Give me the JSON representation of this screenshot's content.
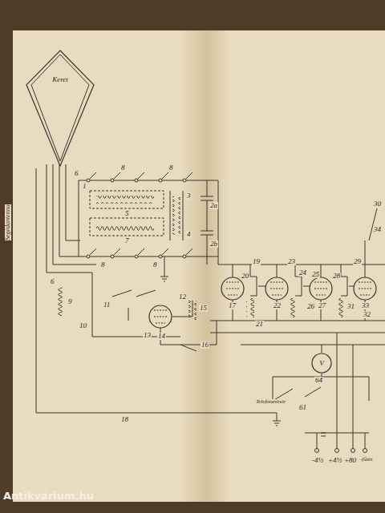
{
  "diagram": {
    "nodes": [
      {
        "text": [
          "Keret"
        ]
      },
      {
        "text": [
          "V"
        ]
      }
    ],
    "labels": [
      "Segédantenna",
      "6",
      "8",
      "8",
      "1",
      "5",
      "7",
      "3",
      "4",
      "2a",
      "2b",
      "8",
      "8",
      "6",
      "9",
      "10",
      "11",
      "12",
      "13",
      "14",
      "15",
      "16",
      "17",
      "19",
      "20",
      "21",
      "22",
      "23",
      "24",
      "25",
      "26",
      "27",
      "28",
      "29",
      "31",
      "32",
      "33",
      "34",
      "30",
      "18",
      "64",
      "61",
      "Telefonzsinór",
      "-4½",
      "+4½",
      "+80",
      "-fűtés",
      "Antikvárium.hu"
    ]
  }
}
